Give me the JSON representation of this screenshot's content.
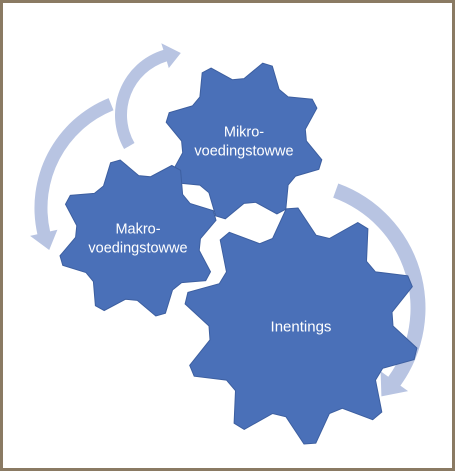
{
  "colors": {
    "gear_fill": "#4a70b8",
    "arrow_fill": "#b8c4e2",
    "label": "#ffffff",
    "border": "#8a7a63"
  },
  "gears": [
    {
      "id": "micro",
      "label_lines": [
        "Mikro-",
        "voedingstowwe"
      ]
    },
    {
      "id": "macro",
      "label_lines": [
        "Makro-",
        "voedingstowwe"
      ]
    },
    {
      "id": "inoculation",
      "label_lines": [
        "Inentings"
      ]
    }
  ],
  "arrows": [
    {
      "id": "top-left-arrow",
      "direction": "counterclockwise"
    },
    {
      "id": "left-arrow",
      "direction": "counterclockwise"
    },
    {
      "id": "right-arrow",
      "direction": "clockwise"
    }
  ]
}
